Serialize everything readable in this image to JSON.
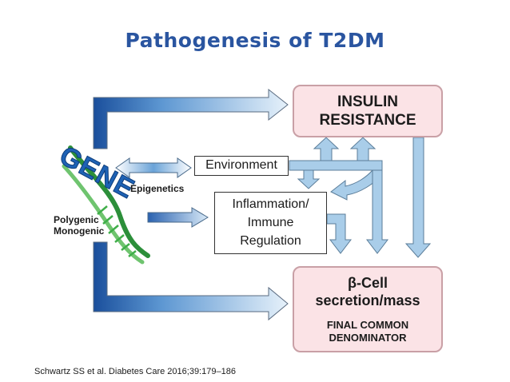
{
  "title": "Pathogenesis of T2DM",
  "boxes": {
    "insulin_resistance": [
      "INSULIN",
      "RESISTANCE"
    ],
    "beta_cell": [
      "β-Cell",
      "secretion/mass"
    ],
    "beta_cell_sub": [
      "FINAL COMMON",
      "DENOMINATOR"
    ],
    "environment": "Environment",
    "inflammation": [
      "Inflammation/",
      "Immune",
      "Regulation"
    ]
  },
  "labels": {
    "epigenetics": "Epigenetics",
    "genetics": [
      "Polygenic",
      "Monogenic"
    ],
    "gene_logo": "GENE"
  },
  "citation": "Schwartz SS et al. Diabetes Care 2016;39:179–186",
  "colors": {
    "title": "#2a55a0",
    "arrow_dark": "#1a4f9c",
    "arrow_light": "#a9cde9",
    "box_pink": "#fbe3e6",
    "dna_green": "#3fae49"
  }
}
